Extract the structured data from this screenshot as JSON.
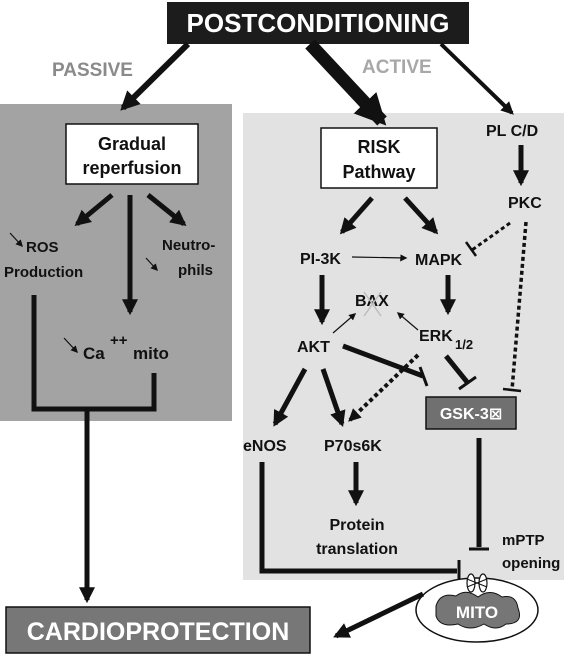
{
  "title": "POSTCONDITIONING",
  "passive_label": "PASSIVE",
  "active_label": "ACTIVE",
  "gradual_reperfusion": [
    "Gradual",
    "reperfusion"
  ],
  "risk_pathway": [
    "RISK",
    "Pathway"
  ],
  "ros": [
    "ROS",
    "Production"
  ],
  "neutrophils": [
    "Neutro-",
    "phils"
  ],
  "ca_base": "Ca",
  "ca_sup": "++",
  "ca_sub": "mito",
  "pl_cd": "PL C/D",
  "pkc": "PKC",
  "pi3k": "PI-3K",
  "mapk": "MAPK",
  "bax": "BAX",
  "akt": "AKT",
  "erk_base": "ERK",
  "erk_sub": "1/2",
  "gsk": "GSK-3⊠",
  "enos": "eNOS",
  "p70s6k": "P70s6K",
  "protein_translation": [
    "Protein",
    "translation"
  ],
  "mptp": [
    "mPTP",
    "opening"
  ],
  "mito": "MITO",
  "cardioprotection": "CARDIOPROTECTION",
  "colors": {
    "passive_panel": "#a3a3a3",
    "active_panel": "#e2e2e2",
    "dark_box": "#1c1c1c",
    "gsk_box": "#707070",
    "cardio_box": "#777777",
    "passive_text": "#8a8a8a",
    "active_text": "#a8a8a8"
  }
}
